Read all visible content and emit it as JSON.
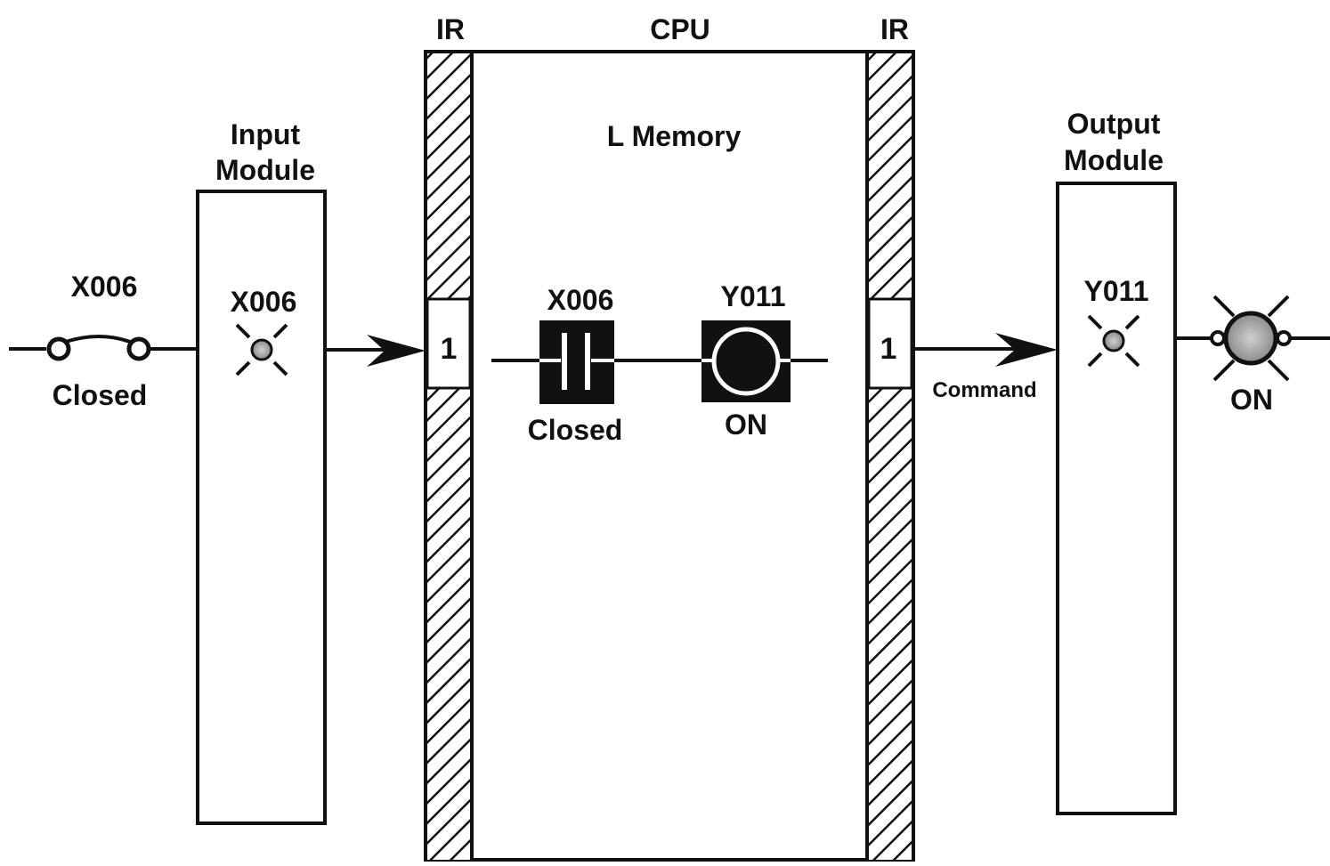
{
  "field_switch": {
    "label": "X006",
    "state": "Closed"
  },
  "input_module": {
    "title_line1": "Input",
    "title_line2": "Module",
    "indicator_label": "X006"
  },
  "cpu": {
    "title": "CPU",
    "ir_left_label": "IR",
    "ir_right_label": "IR",
    "ir_left_bit": "1",
    "ir_right_bit": "1",
    "memory_label": "L Memory",
    "contact_label": "X006",
    "contact_state": "Closed",
    "coil_label": "Y011",
    "coil_state": "ON"
  },
  "command_label": "Command",
  "output_module": {
    "title_line1": "Output",
    "title_line2": "Module",
    "indicator_label": "Y011"
  },
  "field_lamp": {
    "state": "ON"
  }
}
